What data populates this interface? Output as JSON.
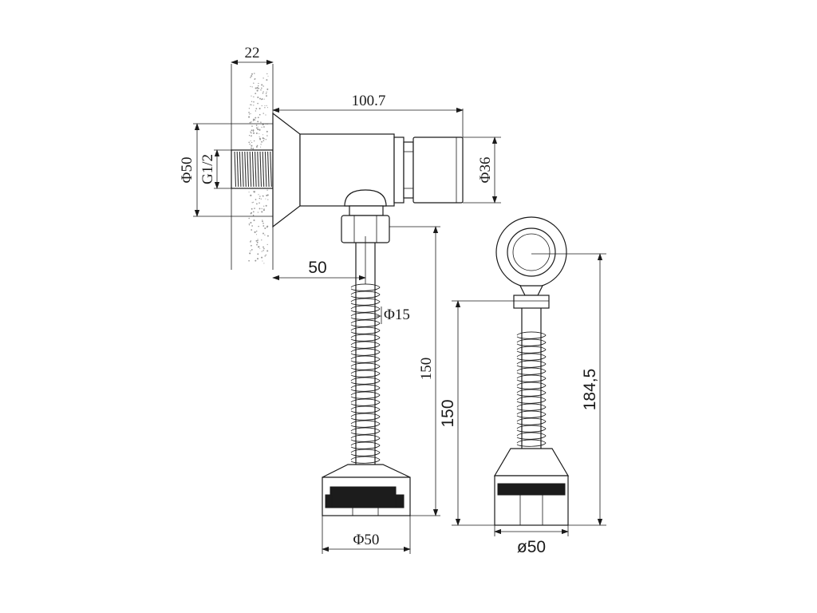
{
  "dimensions": {
    "wall_thickness": "22",
    "body_length": "100.7",
    "body_diameter": "Φ50",
    "thread": "G1/2",
    "button_diameter": "Φ36",
    "outlet_offset": "50",
    "pipe_diameter": "Φ15",
    "pipe_length_side": "150",
    "base_diameter_side": "Φ50",
    "pipe_length_front": "150",
    "total_height_front": "184,5",
    "base_diameter_front": "ø50"
  }
}
